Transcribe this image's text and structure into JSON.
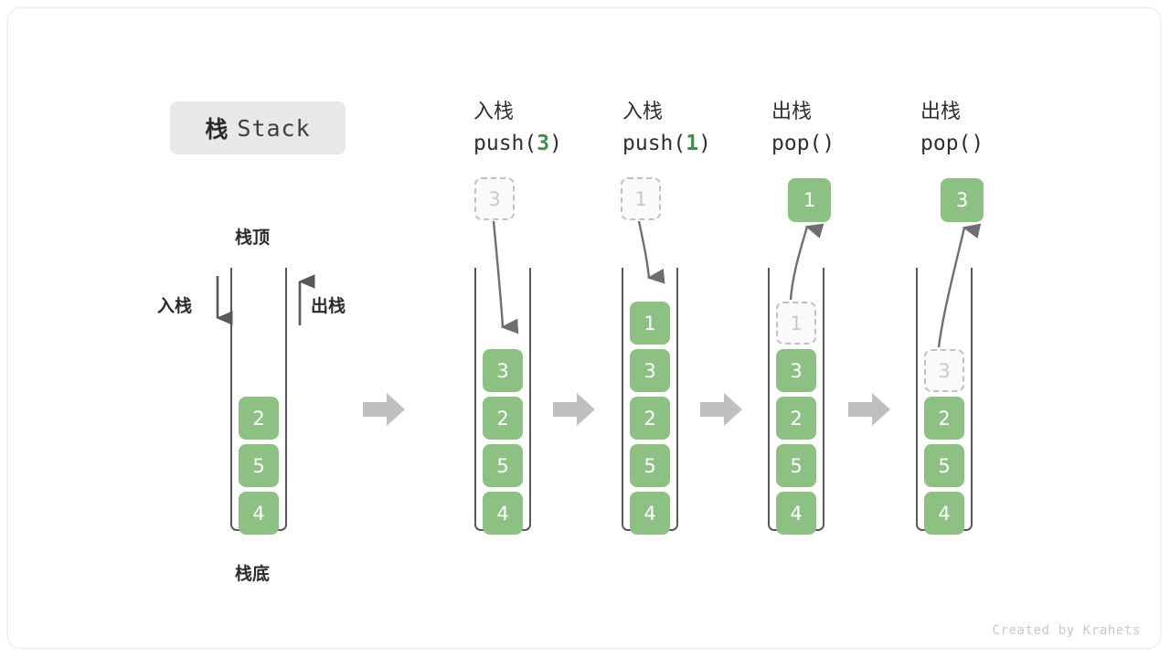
{
  "title": {
    "cn": "栈",
    "en": "Stack"
  },
  "labels": {
    "top": "栈顶",
    "bottom": "栈底",
    "push_side": "入栈",
    "pop_side": "出栈"
  },
  "footer": "Created by Krahets",
  "colors": {
    "cell_green": "#8cc183",
    "accent_green": "#3f8f4a",
    "wall_gray": "#585858",
    "arrow_gray": "#6f6f6f",
    "block_arrow_gray": "#bfbfbf",
    "ghost_border": "#c0c0c0",
    "ghost_text": "#c8c8c8",
    "chip_bg": "#e8e8e8"
  },
  "steps": [
    {
      "id": "initial",
      "head_cn": "",
      "head_code": "",
      "head_code_num": "",
      "cells": [
        "2",
        "5",
        "4"
      ],
      "ghost_in_stack": null,
      "floating": null
    },
    {
      "id": "push-3",
      "head_cn": "入栈",
      "head_code_pre": "push(",
      "head_code_num": "3",
      "head_code_post": ")",
      "cells": [
        "3",
        "2",
        "5",
        "4"
      ],
      "ghost_in_stack": null,
      "floating": {
        "value": "3",
        "kind": "ghost"
      }
    },
    {
      "id": "push-1",
      "head_cn": "入栈",
      "head_code_pre": "push(",
      "head_code_num": "1",
      "head_code_post": ")",
      "cells": [
        "1",
        "3",
        "2",
        "5",
        "4"
      ],
      "ghost_in_stack": null,
      "floating": {
        "value": "1",
        "kind": "ghost"
      }
    },
    {
      "id": "pop-1",
      "head_cn": "出栈",
      "head_code_pre": "pop(",
      "head_code_num": "",
      "head_code_post": ")",
      "cells": [
        "3",
        "2",
        "5",
        "4"
      ],
      "ghost_in_stack": {
        "value": "1",
        "slot": 0
      },
      "floating": {
        "value": "1",
        "kind": "solid"
      }
    },
    {
      "id": "pop-3",
      "head_cn": "出栈",
      "head_code_pre": "pop(",
      "head_code_num": "",
      "head_code_post": ")",
      "cells": [
        "2",
        "5",
        "4"
      ],
      "ghost_in_stack": {
        "value": "3",
        "slot": 1
      },
      "floating": {
        "value": "3",
        "kind": "solid"
      }
    }
  ]
}
